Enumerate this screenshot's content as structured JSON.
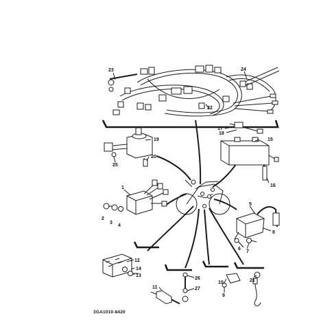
{
  "diagram_code": "3GA1010-8420",
  "callouts": [
    {
      "id": "c23",
      "label": "23"
    },
    {
      "id": "c24",
      "label": "24"
    },
    {
      "id": "c22",
      "label": "22"
    },
    {
      "id": "c17",
      "label": "17"
    },
    {
      "id": "c18",
      "label": "18"
    },
    {
      "id": "c15",
      "label": "15"
    },
    {
      "id": "c16",
      "label": "16"
    },
    {
      "id": "c19",
      "label": "19"
    },
    {
      "id": "c20",
      "label": "20"
    },
    {
      "id": "c25",
      "label": "25"
    },
    {
      "id": "c1",
      "label": "1"
    },
    {
      "id": "c2",
      "label": "2"
    },
    {
      "id": "c3",
      "label": "3"
    },
    {
      "id": "c4",
      "label": "4"
    },
    {
      "id": "c5",
      "label": "5"
    },
    {
      "id": "c6",
      "label": "6"
    },
    {
      "id": "c7",
      "label": "7"
    },
    {
      "id": "c8",
      "label": "8"
    },
    {
      "id": "c12",
      "label": "12"
    },
    {
      "id": "c14",
      "label": "14"
    },
    {
      "id": "c13",
      "label": "13"
    },
    {
      "id": "c11",
      "label": "11"
    },
    {
      "id": "c26",
      "label": "26"
    },
    {
      "id": "c27",
      "label": "27"
    },
    {
      "id": "c10",
      "label": "10"
    },
    {
      "id": "c9",
      "label": "9"
    },
    {
      "id": "c21",
      "label": "21"
    }
  ]
}
